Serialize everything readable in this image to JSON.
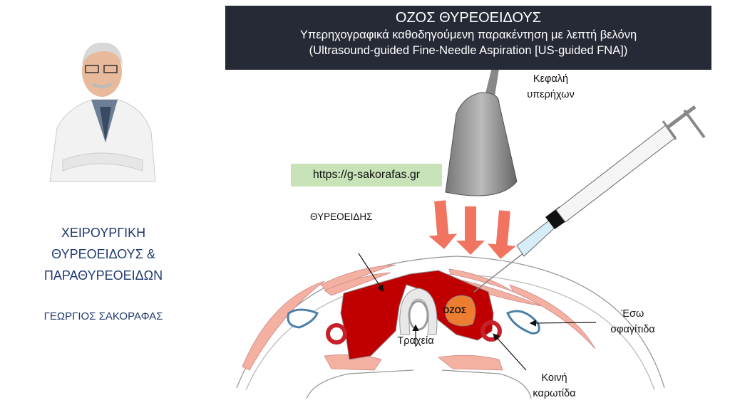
{
  "header": {
    "title": "ΟΖΟΣ ΘΥΡΕΟΕΙΔΟΥΣ",
    "subtitle_greek": "Υπερηχογραφικά καθοδηγούμενη παρακέντηση με λεπτή βελόνη",
    "subtitle_english": "(Ultrasound-guided Fine-Needle Aspiration [US-guided FNA])"
  },
  "sidebar": {
    "specialty_line1": "ΧΕΙΡΟΥΡΓΙΚΗ",
    "specialty_line2": "ΘΥΡΕΟΕΙΔΟΥΣ &",
    "specialty_line3": "ΠΑΡΑΘΥΡΕΟΕΙΔΩΝ",
    "author": "ΓΕΩΡΓΙΟΣ ΣΑΚΟΡΑΦΑΣ"
  },
  "website": "https://g-sakorafas.gr",
  "labels": {
    "probe_line1": "Κεφαλή",
    "probe_line2": "υπερήχων",
    "thyroid": "ΘΥΡΕΟΕΙΔΗΣ",
    "nodule": "ΟΖΟΣ",
    "trachea": "Τραχεία",
    "jugular_line1": "Έσω",
    "jugular_line2": "σφαγίτιδα",
    "carotid_line1": "Κοινή",
    "carotid_line2": "καρωτίδα"
  },
  "colors": {
    "header_bg": "#262a36",
    "sidebar_text": "#1f3a6e",
    "url_bg": "#c8e3b8",
    "thyroid": "#c00000",
    "nodule": "#ed7d31",
    "muscle": "#f4b0a0",
    "arrow": "#f06650",
    "jugular": "#4a7fa8"
  }
}
